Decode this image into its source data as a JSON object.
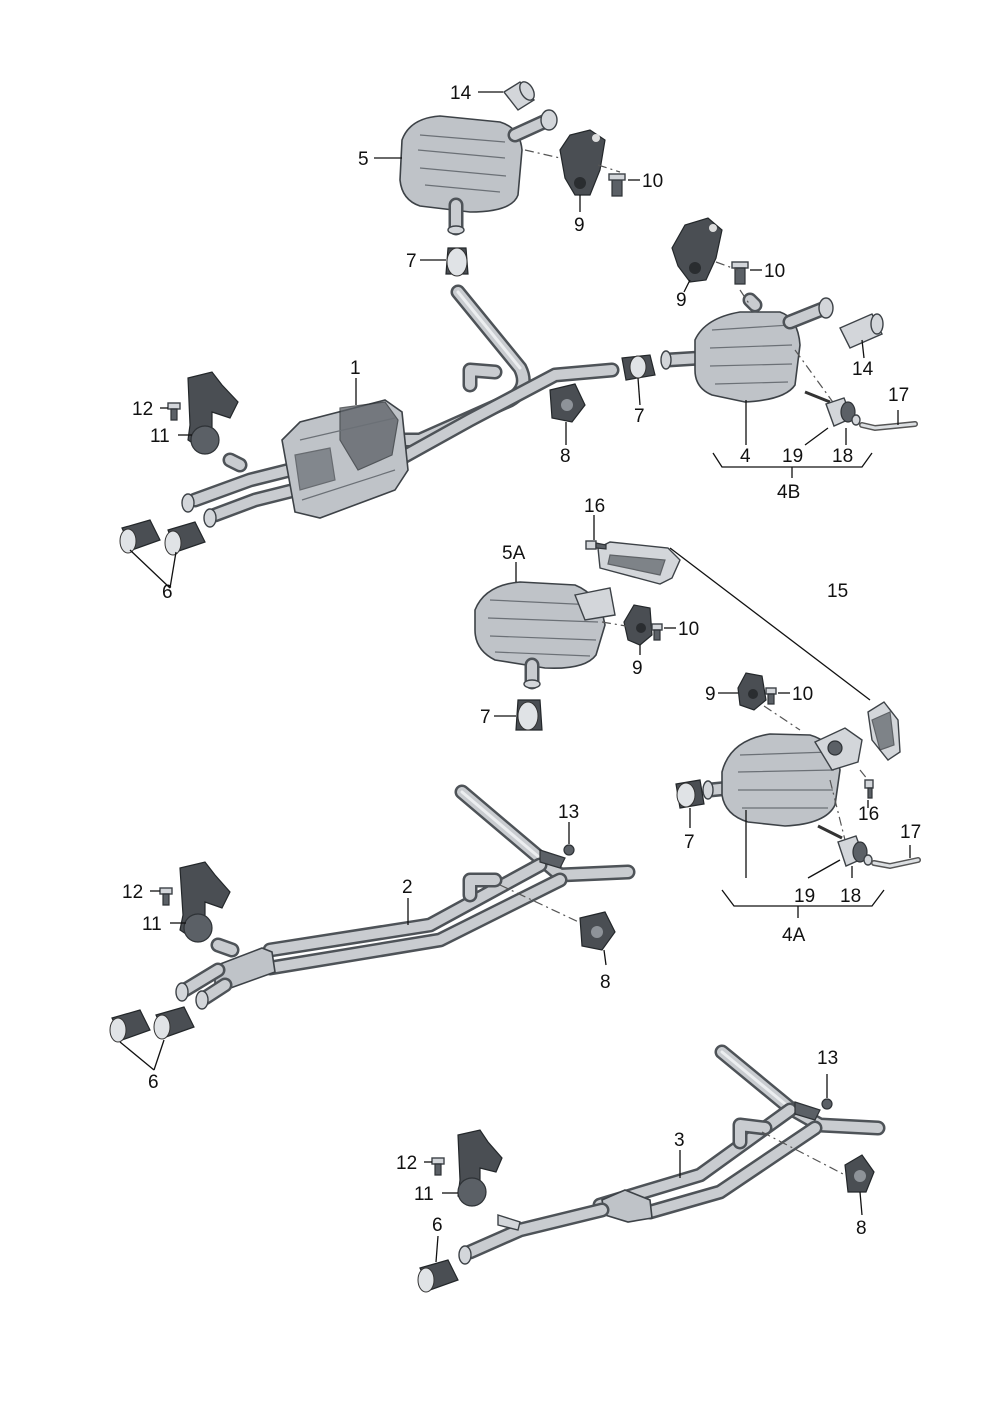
{
  "diagram": {
    "labels": {
      "l1": "1",
      "l2": "2",
      "l3": "3",
      "l4": "4",
      "l4A": "4A",
      "l4B": "4B",
      "l5": "5",
      "l5A": "5A",
      "l6": "6",
      "l7": "7",
      "l8": "8",
      "l9": "9",
      "l10": "10",
      "l11": "11",
      "l12": "12",
      "l13": "13",
      "l14": "14",
      "l15": "15",
      "l16": "16",
      "l17": "17",
      "l18": "18",
      "l19": "19"
    }
  }
}
